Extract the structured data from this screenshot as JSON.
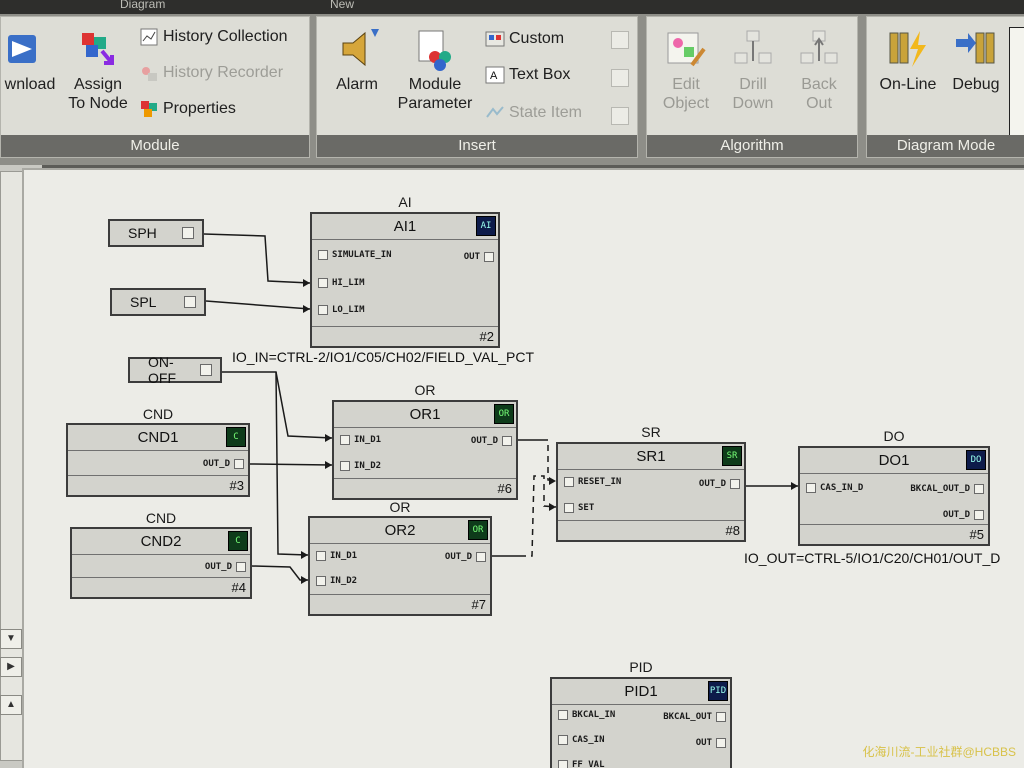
{
  "ribbon": {
    "tabs": [
      "Diagram",
      "New"
    ],
    "module": {
      "title": "Module",
      "download": "wnload",
      "assign_to_node": [
        "Assign",
        "To Node"
      ],
      "history_collection": "History Collection",
      "history_recorder": "History Recorder",
      "properties": "Properties"
    },
    "insert": {
      "title": "Insert",
      "alarm": "Alarm",
      "module_parameter": [
        "Module",
        "Parameter"
      ],
      "custom": "Custom",
      "text_box": "Text Box",
      "state_item": "State Item"
    },
    "algorithm": {
      "title": "Algorithm",
      "edit_object": [
        "Edit",
        "Object"
      ],
      "drill_down": [
        "Drill",
        "Down"
      ],
      "back_out": [
        "Back",
        "Out"
      ]
    },
    "diagram_mode": {
      "title": "Diagram Mode",
      "on_line": "On-Line",
      "debug": "Debug"
    }
  },
  "diagram": {
    "params": {
      "sph": "SPH",
      "spl": "SPL",
      "on_off": "ON-OFF"
    },
    "blocks": {
      "ai1": {
        "type": "AI",
        "name": "AI1",
        "num": "#2",
        "icon": "AI",
        "inputs": [
          "SIMULATE_IN",
          "HI_LIM",
          "LO_LIM"
        ],
        "output": "OUT"
      },
      "cnd1": {
        "type": "CND",
        "name": "CND1",
        "num": "#3",
        "icon": "C",
        "output": "OUT_D"
      },
      "cnd2": {
        "type": "CND",
        "name": "CND2",
        "num": "#4",
        "icon": "C",
        "output": "OUT_D"
      },
      "or1": {
        "type": "OR",
        "name": "OR1",
        "num": "#6",
        "icon": "OR",
        "inputs": [
          "IN_D1",
          "IN_D2"
        ],
        "output": "OUT_D"
      },
      "or2": {
        "type": "OR",
        "name": "OR2",
        "num": "#7",
        "icon": "OR",
        "inputs": [
          "IN_D1",
          "IN_D2"
        ],
        "output": "OUT_D"
      },
      "sr1": {
        "type": "SR",
        "name": "SR1",
        "num": "#8",
        "icon": "SR",
        "inputs": [
          "RESET_IN",
          "SET"
        ],
        "output": "OUT_D"
      },
      "do1": {
        "type": "DO",
        "name": "DO1",
        "num": "#5",
        "icon": "DO",
        "input": "CAS_IN_D",
        "outputs": [
          "BKCAL_OUT_D",
          "OUT_D"
        ]
      },
      "pid1": {
        "type": "PID",
        "name": "PID1",
        "icon": "PID",
        "inputs": [
          "BKCAL_IN",
          "CAS_IN",
          "FF_VAL"
        ],
        "outputs": [
          "BKCAL_OUT",
          "OUT"
        ]
      }
    },
    "io_in": "IO_IN=CTRL-2/IO1/C05/CH02/FIELD_VAL_PCT",
    "io_out": "IO_OUT=CTRL-5/IO1/C20/CH01/OUT_D"
  },
  "watermark": "化海川流-工业社群@HCBBS"
}
